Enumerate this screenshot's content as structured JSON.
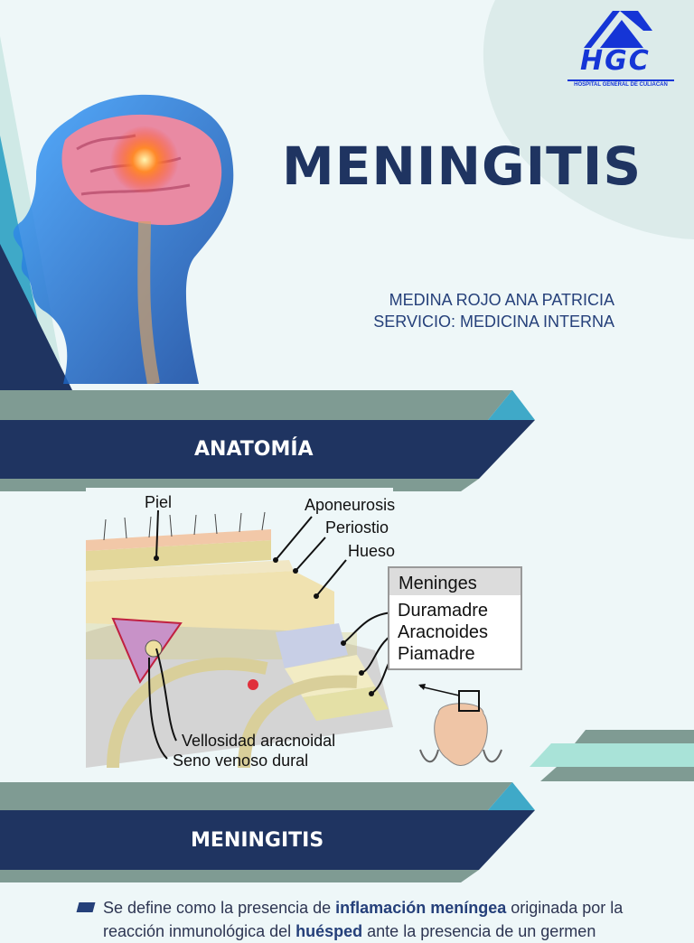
{
  "header": {
    "title": "MENINGITIS",
    "author": "MEDINA ROJO ANA PATRICIA",
    "service": "SERVICIO: MEDICINA INTERNA"
  },
  "logo": {
    "name": "HGC",
    "subtitle": "HOSPITAL GENERAL DE CULIACAN",
    "color": "#1535d6"
  },
  "sections": [
    {
      "label": "ANATOMÍA"
    },
    {
      "label": "MENINGITIS"
    }
  ],
  "diagram": {
    "labels": {
      "skin": "Piel",
      "aponeurosis": "Aponeurosis",
      "periosteum": "Periostio",
      "bone": "Hueso",
      "meninges_title": "Meninges",
      "dura": "Duramadre",
      "arachnoid": "Aracnoides",
      "pia": "Piamadre",
      "villus": "Vellosidad aracnoidal",
      "sinus": "Seno venoso dural"
    }
  },
  "body": {
    "text_1": "Se define  como la presencia de ",
    "bold_1": "inflamación meníngea",
    "text_2": " originada por la reacción inmunológica del ",
    "bold_2": "huésped",
    "text_3": " ante la presencia de un germen"
  },
  "colors": {
    "navy": "#1f3461",
    "gray_green": "#7f9b93",
    "teal": "#3fa9c8",
    "mint": "#a9e3d8"
  }
}
